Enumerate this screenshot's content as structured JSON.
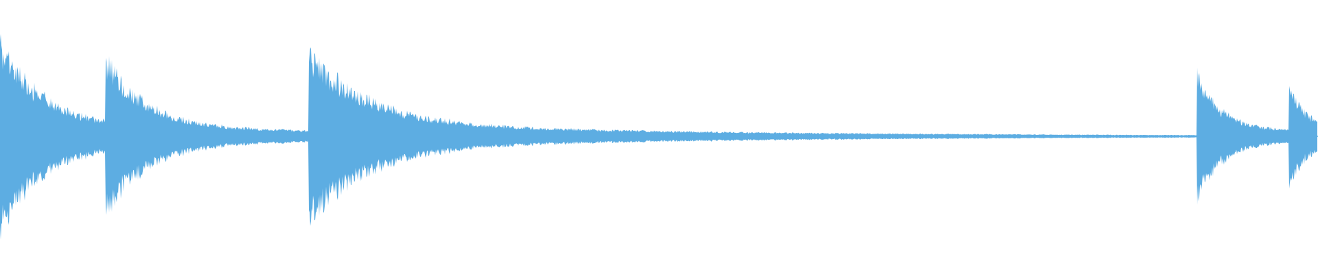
{
  "waveform": {
    "color": "#5dade2",
    "background": "#ffffff",
    "transients": [
      {
        "time": 0.0,
        "amplitude": 0.82,
        "decay": 0.09
      },
      {
        "time": 0.08,
        "amplitude": 0.71,
        "decay": 0.08
      },
      {
        "time": 0.234,
        "amplitude": 0.73,
        "decay": 0.13
      },
      {
        "time": 0.908,
        "amplitude": 0.56,
        "decay": 0.05
      },
      {
        "time": 0.978,
        "amplitude": 0.44,
        "decay": 0.04
      }
    ],
    "sustain_bumps": [
      {
        "time": 0.148,
        "amplitude": 0.05
      },
      {
        "time": 0.162,
        "amplitude": 0.04
      },
      {
        "time": 0.184,
        "amplitude": 0.06
      },
      {
        "time": 0.2,
        "amplitude": 0.06
      },
      {
        "time": 0.214,
        "amplitude": 0.07
      },
      {
        "time": 0.226,
        "amplitude": 0.06
      },
      {
        "time": 0.282,
        "amplitude": 0.07
      },
      {
        "time": 0.3,
        "amplitude": 0.06
      },
      {
        "time": 0.314,
        "amplitude": 0.05
      },
      {
        "time": 0.33,
        "amplitude": 0.05
      },
      {
        "time": 0.348,
        "amplitude": 0.05
      },
      {
        "time": 0.366,
        "amplitude": 0.06
      },
      {
        "time": 0.382,
        "amplitude": 0.055
      },
      {
        "time": 0.398,
        "amplitude": 0.04
      },
      {
        "time": 0.416,
        "amplitude": 0.03
      },
      {
        "time": 0.436,
        "amplitude": 0.03
      },
      {
        "time": 0.452,
        "amplitude": 0.025
      },
      {
        "time": 0.47,
        "amplitude": 0.025
      },
      {
        "time": 0.486,
        "amplitude": 0.03
      },
      {
        "time": 0.502,
        "amplitude": 0.022
      },
      {
        "time": 0.52,
        "amplitude": 0.02
      },
      {
        "time": 0.54,
        "amplitude": 0.018
      },
      {
        "time": 0.558,
        "amplitude": 0.014
      },
      {
        "time": 0.578,
        "amplitude": 0.012
      },
      {
        "time": 0.6,
        "amplitude": 0.01
      }
    ]
  }
}
